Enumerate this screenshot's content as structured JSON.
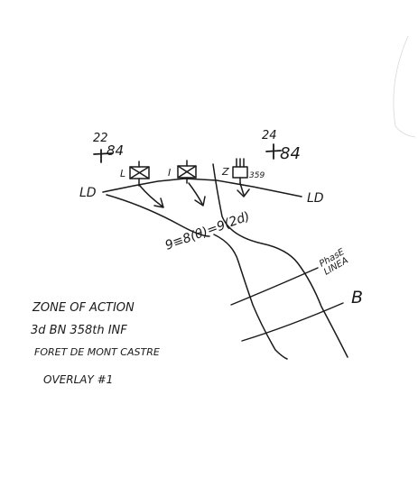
{
  "grid_labels": {
    "top_left": {
      "number": "22",
      "easting": "84"
    },
    "top_right": {
      "number": "24",
      "easting": "84"
    }
  },
  "unit_markers": {
    "left": "L",
    "center": "I",
    "right": "Z",
    "right_regiment": "359"
  },
  "line_of_departure": {
    "start_label": "LD",
    "end_label": "LD"
  },
  "road_label": "9≡8(θ)=9(2d)",
  "phase_line_label": {
    "line1": "PhasE",
    "line2": "LINEA"
  },
  "boundary_label": "B",
  "caption": {
    "line1": "ZONE OF ACTION",
    "line2": "3d BN 358th INF",
    "line3": "FORET DE MONT CASTRE",
    "line4": "OVERLAY #1"
  }
}
